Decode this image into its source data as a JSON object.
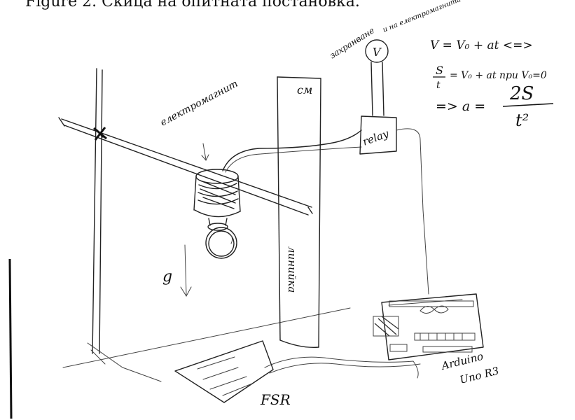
{
  "caption": "Figure 2.  Скица на опитната постановка.",
  "labels": {
    "electromagnet": "електромагнит",
    "cm": "см",
    "ruler": "линийка",
    "relay": "relay",
    "voltmeter": "V",
    "voltmeter_note_1": "захранване",
    "voltmeter_note_2": "и на електромагнита",
    "gravity": "g",
    "fsr": "FSR",
    "arduino_1": "Arduino",
    "arduino_2": "Uno R3"
  },
  "equations": {
    "line1": "V = V₀ + at  <=>",
    "line2_frac_num": "S",
    "line2_frac_den": "t",
    "line2_rest": "= V₀ + at  при V₀=0",
    "line3_prefix": "=>  a =",
    "line3_num": "2S",
    "line3_den": "t²"
  }
}
